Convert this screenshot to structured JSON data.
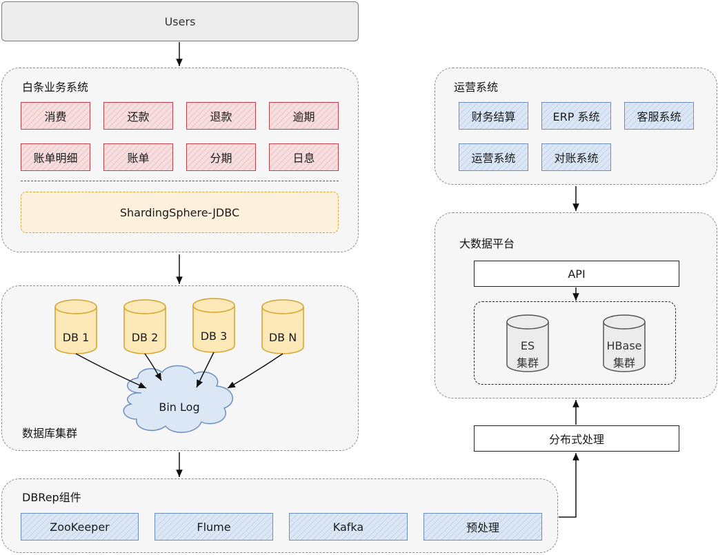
{
  "users": {
    "label": "Users"
  },
  "business": {
    "title": "白条业务系统",
    "row1": [
      "消费",
      "还款",
      "退款",
      "逾期"
    ],
    "row2": [
      "账单明细",
      "账单",
      "分期",
      "日息"
    ],
    "jdbc": "ShardingSphere-JDBC"
  },
  "db_cluster": {
    "title": "数据库集群",
    "dbs": [
      "DB 1",
      "DB 2",
      "DB 3",
      "DB N"
    ],
    "binlog": "Bin Log"
  },
  "dbrep": {
    "title": "DBRep组件",
    "items": [
      "ZooKeeper",
      "Flume",
      "Kafka",
      "预处理"
    ]
  },
  "ops": {
    "title": "运营系统",
    "row1": [
      "财务结算",
      "ERP 系统",
      "客服系统"
    ],
    "row2": [
      "运营系统",
      "对账系统"
    ]
  },
  "bigdata": {
    "title": "大数据平台",
    "api": "API",
    "es": [
      "ES",
      "集群"
    ],
    "hbase": [
      "HBase",
      "集群"
    ]
  },
  "distributed": {
    "label": "分布式处理"
  },
  "colors": {
    "red_border": "#c0414b",
    "red_fill": "#f6dede",
    "blue_border": "#6c8ebf",
    "blue_fill": "#dbe7f5",
    "db_border": "#d6a22a",
    "db_fill": "#fde8b8",
    "cloud_border": "#6c8ebf",
    "cloud_fill": "#dbe7f5"
  }
}
